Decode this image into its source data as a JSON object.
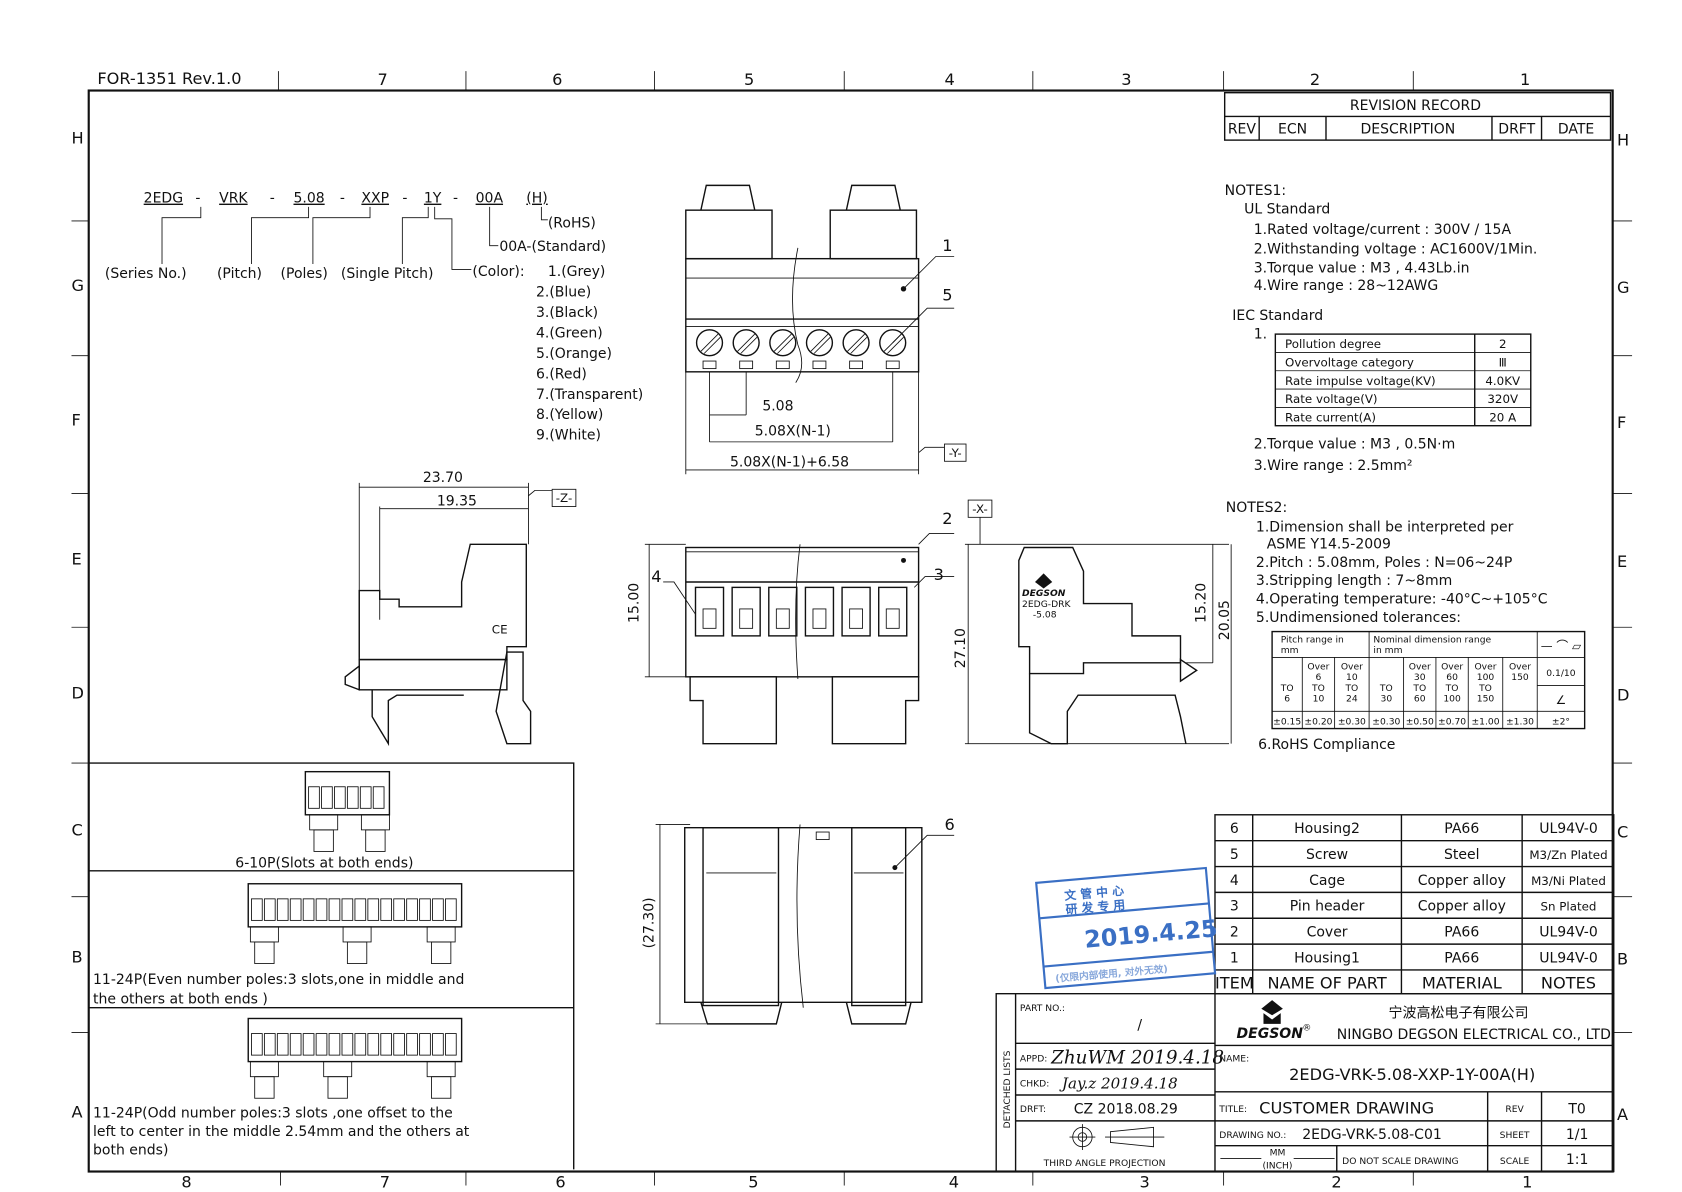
{
  "form_id": "FOR-1351 Rev.1.0",
  "zones": {
    "top_columns": [
      "7",
      "6",
      "5",
      "4",
      "3",
      "2",
      "1"
    ],
    "bottom_columns": [
      "8",
      "7",
      "6",
      "5",
      "4",
      "3",
      "2",
      "1"
    ],
    "rows": [
      "H",
      "G",
      "F",
      "E",
      "D",
      "C",
      "B",
      "A"
    ]
  },
  "revision_record": {
    "title": "REVISION RECORD",
    "columns": [
      "REV",
      "ECN",
      "DESCRIPTION",
      "DRFT",
      "DATE"
    ]
  },
  "part_number": {
    "segments": [
      "2EDG",
      "VRK",
      "5.08",
      "XXP",
      "1Y",
      "00A",
      "(H)"
    ],
    "dash": "-",
    "labels": {
      "series": "(Series No.)",
      "pitch": "(Pitch)",
      "poles": "(Poles)",
      "single_pitch": "(Single Pitch)",
      "color": "(Color):",
      "standard": "00A-(Standard)",
      "rohs": "(RoHS)"
    },
    "colors": [
      "1.(Grey)",
      "2.(Blue)",
      "3.(Black)",
      "4.(Green)",
      "5.(Orange)",
      "6.(Red)",
      "7.(Transparent)",
      "8.(Yellow)",
      "9.(White)"
    ]
  },
  "dimensions": {
    "pitch": "5.08",
    "span": "5.08X(N-1)",
    "overall": "5.08X(N-1)+6.58",
    "datum_y": "-Y-",
    "datum_z": "-Z-",
    "datum_x": "-X-",
    "side_overall": "23.70",
    "side_inner": "19.35",
    "front_height": "15.00",
    "total_height": "27.10",
    "side_h1": "15.20",
    "side_h2": "20.05",
    "bottom_height": "(27.30)"
  },
  "balloons": [
    "1",
    "5",
    "2",
    "3",
    "4",
    "6"
  ],
  "side_marking": {
    "brand": "DEGSON",
    "line1": "2EDG-DRK",
    "line2": "-5.08",
    "ce": "CE"
  },
  "variants": [
    {
      "label": "6-10P(Slots at both ends)"
    },
    {
      "label_l1": "11-24P(Even number poles:3 slots,one in middle and",
      "label_l2": "the others at both ends )"
    },
    {
      "label_l1": "11-24P(Odd number poles:3 slots ,one offset to the",
      "label_l2": "left to center in the middle 2.54mm and the others at",
      "label_l3": "both ends)"
    }
  ],
  "notes1": {
    "title": "NOTES1:",
    "ul_title": "UL Standard",
    "ul": [
      "1.Rated voltage/current : 300V / 15A",
      "2.Withstanding voltage : AC1600V/1Min.",
      "3.Torque value : M3 , 4.43Lb.in",
      "4.Wire range : 28~12AWG"
    ],
    "iec_title": "IEC Standard",
    "iec_item1": "1.",
    "iec_table": [
      [
        "Pollution degree",
        "2"
      ],
      [
        "Overvoltage category",
        "Ⅲ"
      ],
      [
        "Rate impulse voltage(KV)",
        "4.0KV"
      ],
      [
        "Rate voltage(V)",
        "320V"
      ],
      [
        "Rate current(A)",
        "20 A"
      ]
    ],
    "iec": [
      "2.Torque value : M3 , 0.5N·m",
      "3.Wire range : 2.5mm²"
    ]
  },
  "notes2": {
    "title": "NOTES2:",
    "items": [
      "1.Dimension shall be interpreted per",
      "ASME Y14.5-2009",
      "2.Pitch : 5.08mm, Poles : N=06~24P",
      "3.Stripping length : 7~8mm",
      "4.Operating temperature: -40°C~+105°C",
      "5.Undimensioned tolerances:"
    ],
    "rohs": "6.RoHS Compliance",
    "tol_table": {
      "pitch_header": [
        "Pitch range in",
        "mm"
      ],
      "nominal_header": [
        "Nominal dimension range",
        "in mm"
      ],
      "symbols": "— ⌒ ▱",
      "ranges": [
        [
          "",
          "",
          "TO",
          "6"
        ],
        [
          "Over",
          "6",
          "TO",
          "10"
        ],
        [
          "Over",
          "10",
          "TO",
          "24"
        ],
        [
          "",
          "",
          "TO",
          "30"
        ],
        [
          "Over",
          "30",
          "TO",
          "60"
        ],
        [
          "Over",
          "60",
          "TO",
          "100"
        ],
        [
          "Over",
          "100",
          "TO",
          "150"
        ],
        [
          "Over",
          "150",
          "",
          ""
        ]
      ],
      "tolerances": [
        "±0.15",
        "±0.20",
        "±0.30",
        "±0.30",
        "±0.50",
        "±0.70",
        "±1.00",
        "±1.30"
      ],
      "flatness": "0.1/10",
      "angle_symbol": "∠",
      "angle_tol": "±2°"
    }
  },
  "bom": {
    "headers": [
      "ITEM",
      "NAME OF PART",
      "MATERIAL",
      "NOTES"
    ],
    "rows": [
      [
        "6",
        "Housing2",
        "PA66",
        "UL94V-0"
      ],
      [
        "5",
        "Screw",
        "Steel",
        "M3/Zn Plated"
      ],
      [
        "4",
        "Cage",
        "Copper alloy",
        "M3/Ni Plated"
      ],
      [
        "3",
        "Pin header",
        "Copper alloy",
        "Sn Plated"
      ],
      [
        "2",
        "Cover",
        "PA66",
        "UL94V-0"
      ],
      [
        "1",
        "Housing1",
        "PA66",
        "UL94V-0"
      ]
    ]
  },
  "stamp": {
    "l1": "文 管 中 心",
    "l2": "研 发 专 用",
    "date": "2019.4.25",
    "note": "(仅限内部使用, 对外无效)"
  },
  "title_block": {
    "detached_lists": "DETACHED LISTS",
    "part_no_label": "PART NO.:",
    "part_no_value": "/",
    "appd_label": "APPD:",
    "appd_sign": "ZhuWM 2019.4.18",
    "chkd_label": "CHKD:",
    "chkd_sign": "Jay.z 2019.4.18",
    "drft_label": "DRFT:",
    "drft_value": "CZ 2018.08.29",
    "projection": "THIRD ANGLE PROJECTION",
    "company_cn": "宁波高松电子有限公司",
    "company_en": "NINGBO DEGSON ELECTRICAL CO., LTD",
    "brand": "DEGSON",
    "brand_mark": "®",
    "name_label": "NAME:",
    "name_value": "2EDG-VRK-5.08-XXP-1Y-00A(H)",
    "title_label": "TITLE:",
    "title_value": "CUSTOMER DRAWING",
    "drawing_no_label": "DRAWING NO.:",
    "drawing_no_value": "2EDG-VRK-5.08-C01",
    "units_mm": "MM",
    "units_inch": "(INCH)",
    "no_scale": "DO NOT SCALE DRAWING",
    "rev_label": "REV",
    "rev_value": "T0",
    "sheet_label": "SHEET",
    "sheet_value": "1/1",
    "scale_label": "SCALE",
    "scale_value": "1:1"
  }
}
